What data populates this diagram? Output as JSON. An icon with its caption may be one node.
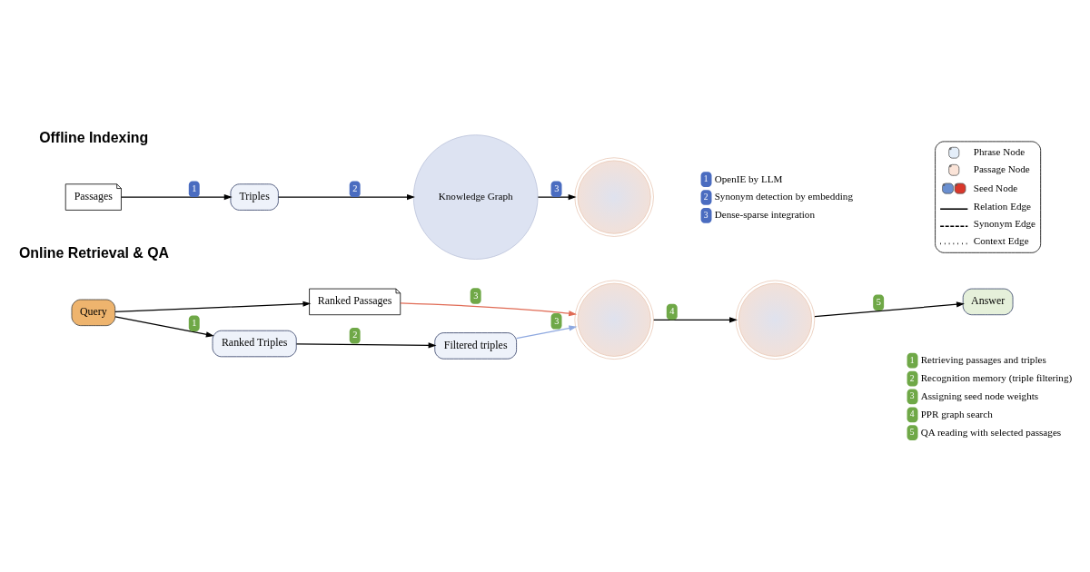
{
  "diagram": {
    "nodes": [
      {
        "text": [
          "Passages"
        ]
      },
      {
        "text": [
          "Triples"
        ]
      },
      {
        "text": [
          "Knowledge Graph"
        ]
      },
      {
        "text": [],
        "shape": "circle"
      },
      {
        "text": [
          "Query"
        ]
      },
      {
        "text": [
          "Ranked Passages"
        ]
      },
      {
        "text": [
          "Ranked Triples"
        ]
      },
      {
        "text": [
          "Filtered triples"
        ]
      },
      {
        "text": [],
        "shape": "circle"
      },
      {
        "text": [],
        "shape": "circle"
      },
      {
        "text": [
          "Answer"
        ]
      }
    ],
    "edges": [
      {
        "from": 0,
        "to": 1,
        "arrow": "to",
        "label": "1"
      },
      {
        "from": 1,
        "to": 2,
        "arrow": "to",
        "label": "2"
      },
      {
        "from": 2,
        "to": 3,
        "arrow": "to",
        "label": "3"
      },
      {
        "from": 4,
        "to": 5,
        "arrow": "to"
      },
      {
        "from": 4,
        "to": 6,
        "arrow": "to",
        "label": "1"
      },
      {
        "from": 6,
        "to": 7,
        "arrow": "to",
        "label": "2"
      },
      {
        "from": 5,
        "to": 8,
        "arrow": "to",
        "label": "3",
        "color": "#e06b55"
      },
      {
        "from": 7,
        "to": 8,
        "arrow": "to",
        "label": "3",
        "color": "#8fa9e0"
      },
      {
        "from": 8,
        "to": 9,
        "arrow": "to",
        "label": "4"
      },
      {
        "from": 9,
        "to": 10,
        "arrow": "to",
        "label": "5"
      }
    ],
    "labels": [
      "Offline Indexing",
      "1",
      "OpenIE by LLM",
      "2",
      "Synonym detection by embedding",
      "3",
      "Dense-sparse integration",
      "Online Retrieval & QA",
      "1",
      "Retrieving passages and triples",
      "2",
      "Recognition memory (triple filtering)",
      "3",
      "Assigning seed node weights",
      "4",
      "PPR graph search",
      "5",
      "QA reading with selected passages"
    ],
    "legend": [
      {
        "text": "Phrase Node",
        "color": "#e4eef9"
      },
      {
        "text": "Passage Node",
        "color": "#fbe4d8"
      },
      {
        "text": "Seed Node"
      },
      {
        "text": "Relation Edge"
      },
      {
        "text": "Synonym Edge"
      },
      {
        "text": "Context Edge"
      }
    ]
  }
}
